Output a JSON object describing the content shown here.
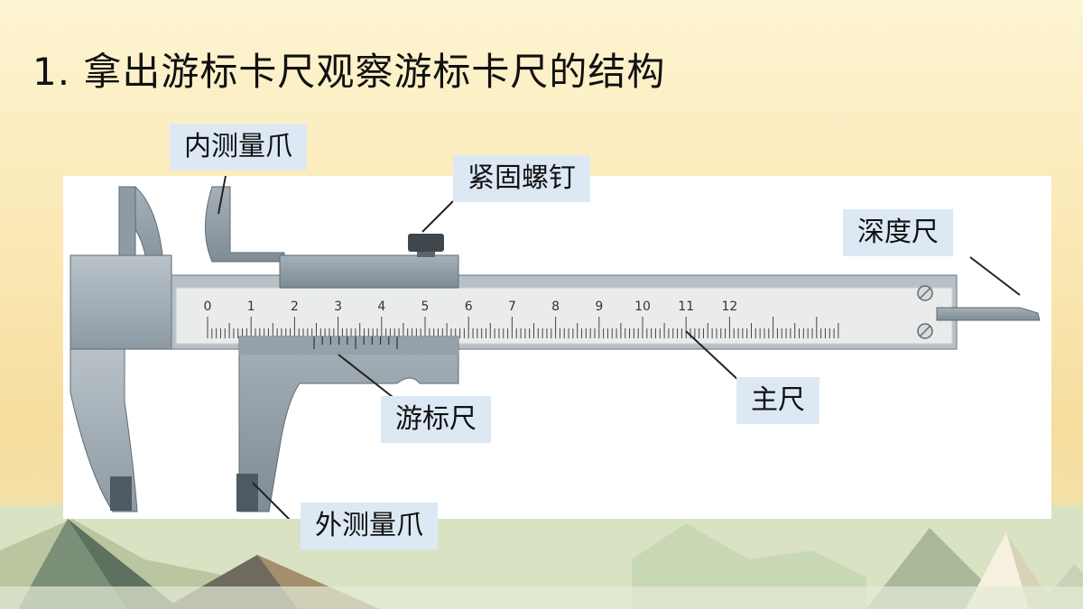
{
  "title": "1. 拿出游标卡尺观察游标卡尺的结构",
  "labels": {
    "inner_jaw": "内测量爪",
    "lock_screw": "紧固螺钉",
    "depth_rod": "深度尺",
    "main_scale": "主尺",
    "vernier": "游标尺",
    "outer_jaw": "外测量爪"
  },
  "scale_numbers": [
    "0",
    "1",
    "2",
    "3",
    "4",
    "5",
    "6",
    "7",
    "8",
    "9",
    "10",
    "11",
    "12"
  ],
  "colors": {
    "label_bg": "#dce9f4",
    "metal_dark": "#6f7d87",
    "metal_mid": "#9aa6af",
    "metal_light": "#c3cbd1",
    "scale_face": "#e9eceb"
  }
}
